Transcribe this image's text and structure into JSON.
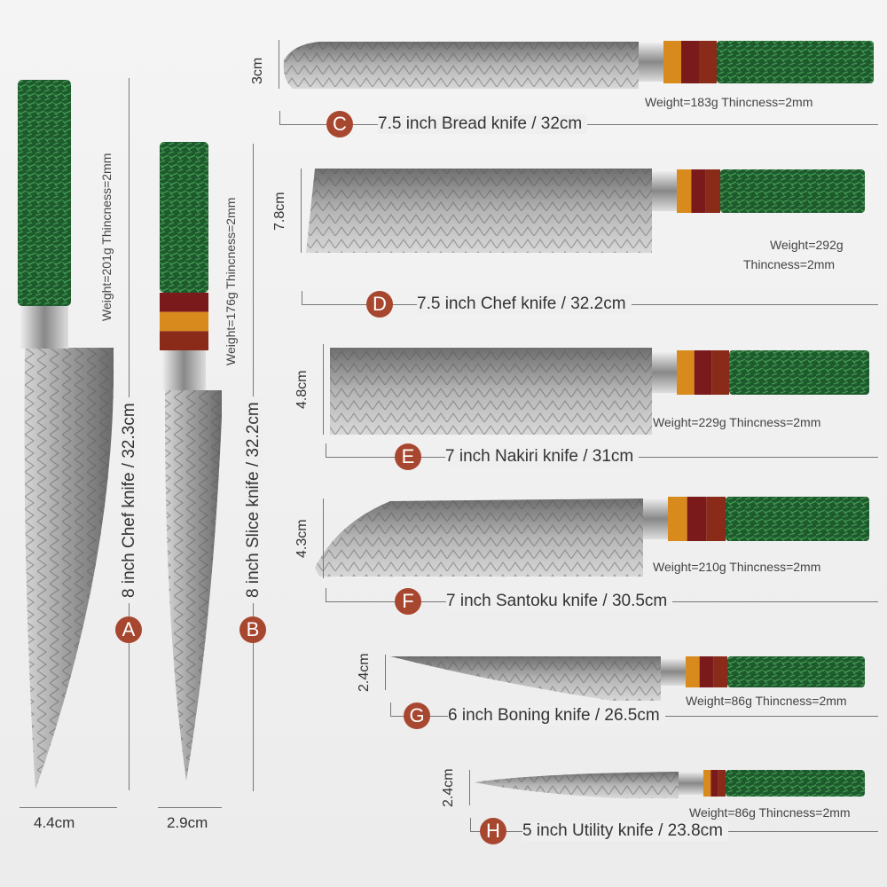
{
  "colors": {
    "badge": "#a8472f",
    "handle": "#1f5a2e",
    "blade": "#9a9a9a"
  },
  "knives": [
    {
      "letter": "A",
      "name": "8 inch Chef knife / 32.3cm",
      "spec": "Weight=201g  Thincness=2mm",
      "width": "4.4cm"
    },
    {
      "letter": "B",
      "name": "8 inch Slice knife / 32.2cm",
      "spec": "Weight=176g  Thincness=2mm",
      "width": "2.9cm"
    },
    {
      "letter": "C",
      "name": "7.5 inch Bread knife / 32cm",
      "spec": "Weight=183g  Thincness=2mm",
      "height": "3cm"
    },
    {
      "letter": "D",
      "name": "7.5 inch Chef knife / 32.2cm",
      "weight": "Weight=292g",
      "thickness": "Thincness=2mm",
      "height": "7.8cm"
    },
    {
      "letter": "E",
      "name": "7 inch Nakiri knife / 31cm",
      "spec": "Weight=229g  Thincness=2mm",
      "height": "4.8cm"
    },
    {
      "letter": "F",
      "name": "7 inch Santoku knife / 30.5cm",
      "spec": "Weight=210g  Thincness=2mm",
      "height": "4.3cm"
    },
    {
      "letter": "G",
      "name": "6 inch Boning knife / 26.5cm",
      "spec": "Weight=86g  Thincness=2mm",
      "height": "2.4cm"
    },
    {
      "letter": "H",
      "name": "5 inch Utility knife / 23.8cm",
      "spec": "Weight=86g  Thincness=2mm",
      "height": "2.4cm"
    }
  ]
}
